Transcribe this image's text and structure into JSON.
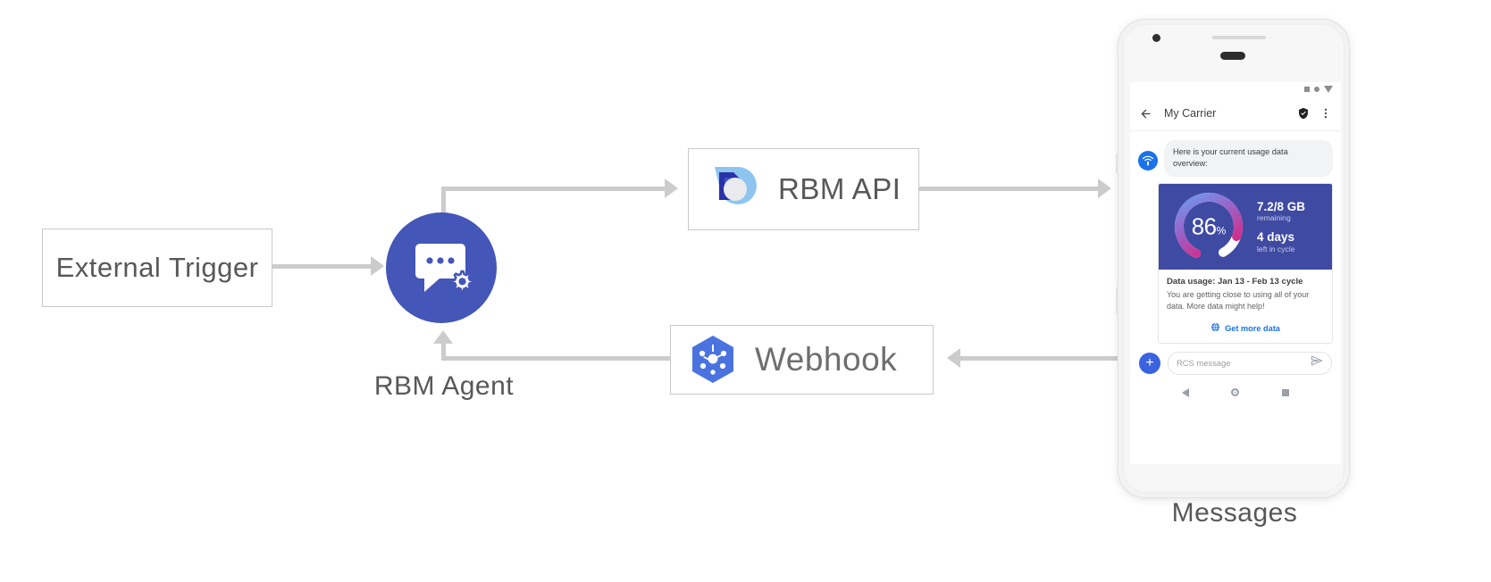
{
  "diagram": {
    "nodes": {
      "external_trigger": {
        "label": "External Trigger"
      },
      "rbm_agent": {
        "label": "RBM Agent",
        "icon": "chat-gear-icon",
        "color": "#4456b8"
      },
      "rbm_api": {
        "label": "RBM API",
        "icon": "rbm-api-logo-icon"
      },
      "webhook": {
        "label": "Webhook",
        "icon": "webhook-hexagon-icon",
        "color": "#4a73df"
      },
      "messages": {
        "label": "Messages"
      }
    },
    "connector_color": "#cccccc"
  },
  "phone": {
    "status_bar": {
      "icons": [
        "signal-square-icon",
        "status-dot-icon",
        "wifi-triangle-icon"
      ]
    },
    "app_bar": {
      "back_icon": "back-arrow-icon",
      "title": "My Carrier",
      "verified_icon": "verified-shield-icon",
      "overflow_icon": "more-vert-icon"
    },
    "conversation": {
      "avatar_icon": "carrier-signal-avatar-icon",
      "message_text": "Here is your current usage data overview:"
    },
    "rich_card": {
      "gauge": {
        "percent_value": "86",
        "percent_symbol": "%",
        "fill_percent": 86,
        "track_color": "#ffffff",
        "gradient_start": "#6a9df0",
        "gradient_mid": "#a05ec0",
        "gradient_end": "#e01f7a"
      },
      "panel_color": "#3f4aa3",
      "stats": [
        {
          "value": "7.2/8 GB",
          "caption": "remaining"
        },
        {
          "value": "4 days",
          "caption": "left in cycle"
        }
      ],
      "title": "Data usage: Jan 13 - Feb 13 cycle",
      "description": "You are getting close to using all of your data. More data might help!",
      "action": {
        "icon": "globe-icon",
        "label": "Get more data",
        "color": "#1a73e8"
      }
    },
    "composer": {
      "add_icon": "plus-icon",
      "placeholder": "RCS message",
      "send_icon": "send-icon"
    },
    "nav_bar": {
      "back_icon": "nav-back-icon",
      "home_icon": "nav-home-icon",
      "recents_icon": "nav-recents-icon"
    }
  }
}
